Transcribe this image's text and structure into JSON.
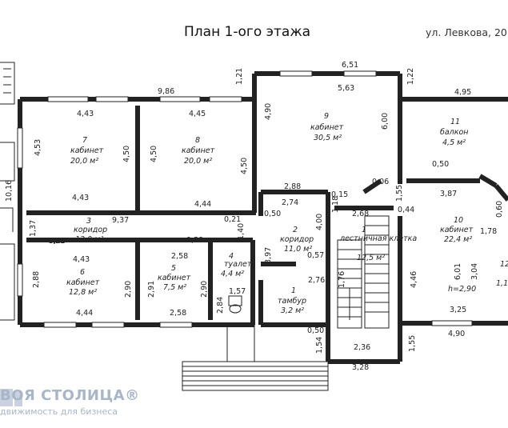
{
  "title": "План 1-ого этажа",
  "address": "ул. Левкова, 20",
  "brand": {
    "name": "ВОЯ СТОЛИЦА",
    "registered": "®",
    "tagline": "движимость для бизнеса"
  },
  "rooms": [
    {
      "id": "7",
      "name": "кабинет",
      "area": "20,0 м²"
    },
    {
      "id": "8",
      "name": "кабинет",
      "area": "20,0 м²"
    },
    {
      "id": "9",
      "name": "кабинет",
      "area": "30,5 м²"
    },
    {
      "id": "11",
      "name": "балкон",
      "area": "4,5 м²"
    },
    {
      "id": "3",
      "name": "коридор",
      "area": "13,0 м²"
    },
    {
      "id": "2",
      "name": "коридор",
      "area": "11,0 м²"
    },
    {
      "id": "1",
      "name": "лестничная клетка",
      "area": "12,5 м²"
    },
    {
      "id": "10",
      "name": "кабинет",
      "area": "22,4 м²",
      "height": "h=2,90"
    },
    {
      "id": "6",
      "name": "кабинет",
      "area": "12,8 м²"
    },
    {
      "id": "5",
      "name": "кабинет",
      "area": "7,5 м²"
    },
    {
      "id": "4",
      "name": "туалет",
      "area": "4,4 м²"
    },
    {
      "id": "1",
      "name": "тамбур",
      "area": "3,2 м²"
    },
    {
      "id": "12",
      "name": "",
      "area": "1,1"
    }
  ],
  "dimensions": [
    "6,51",
    "5,63",
    "1,21",
    "1,22",
    "9,86",
    "4,95",
    "4,43",
    "4,45",
    "4,90",
    "6,00",
    "4,53",
    "4,50",
    "4,50",
    "4,50",
    "10,16",
    "0,50",
    "2,88",
    "0,06",
    "3,87",
    "4,43",
    "4,44",
    "2,74",
    "0,15",
    "1,55",
    "0,60",
    "9,37",
    "0,23",
    "0,21",
    "0,50",
    "1,18",
    "2,68",
    "0,44",
    "1,37",
    "0,23",
    "4,43",
    "2,58",
    "9,38",
    "1,40",
    "4,00",
    "1,76",
    "2,88",
    "2,90",
    "2,91",
    "2,90",
    "3,97",
    "0,57",
    "6,01",
    "3,04",
    "1,57",
    "2,76",
    "4,46",
    "4,44",
    "2,58",
    "2,84",
    "1,78",
    "3,25",
    "0,50",
    "1,55",
    "4,90",
    "1,54",
    "2,36",
    "3,28"
  ]
}
